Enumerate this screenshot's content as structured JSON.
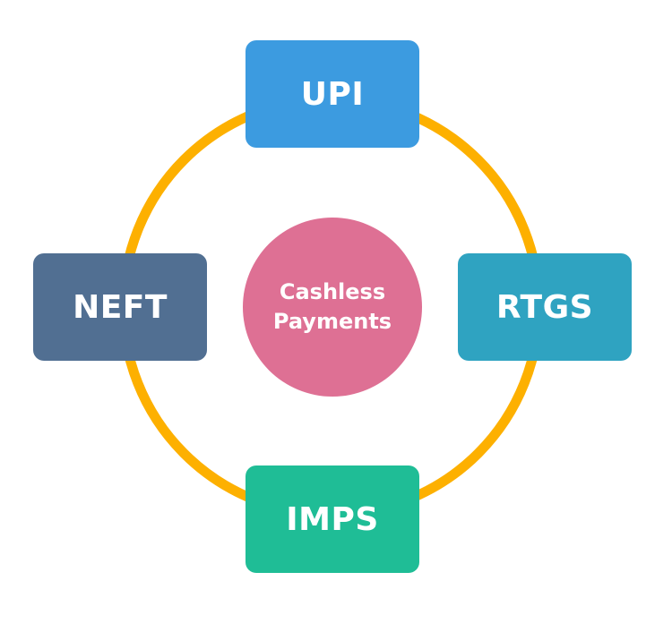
{
  "diagram": {
    "center": {
      "line1": "Cashless",
      "line2": "Payments",
      "color": "#de7094"
    },
    "ring_color": "#fdb000",
    "nodes": {
      "top": {
        "label": "UPI",
        "color": "#3c9be0"
      },
      "left": {
        "label": "NEFT",
        "color": "#516f92"
      },
      "right": {
        "label": "RTGS",
        "color": "#2fa3c1"
      },
      "bottom": {
        "label": "IMPS",
        "color": "#1fbd96"
      }
    }
  }
}
